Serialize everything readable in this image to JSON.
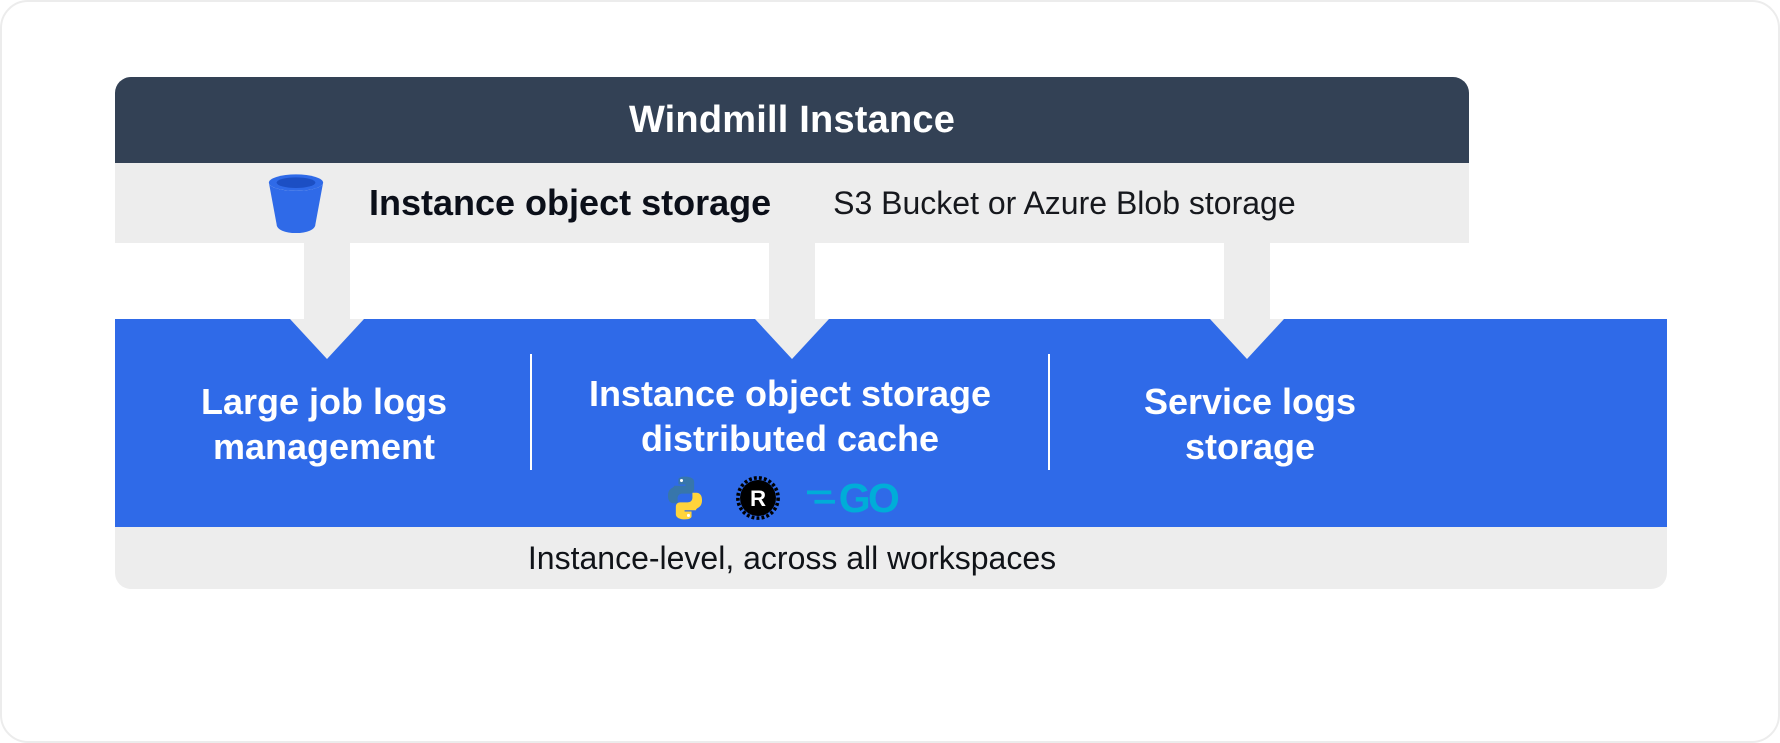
{
  "header": {
    "title": "Windmill Instance"
  },
  "object_storage_bar": {
    "icon": "bucket-icon",
    "title": "Instance object storage",
    "subtitle": "S3 Bucket or Azure Blob storage"
  },
  "features": {
    "sections": [
      {
        "line1": "Large job logs",
        "line2": "management"
      },
      {
        "line1": "Instance object storage",
        "line2": "distributed cache",
        "icons": [
          "python-icon",
          "rust-icon",
          "go-icon"
        ]
      },
      {
        "line1": "Service logs",
        "line2": "storage"
      }
    ]
  },
  "footer": {
    "label": "Instance-level, across all workspaces"
  },
  "icon_text": {
    "rust_r": "R",
    "go": "GO"
  },
  "colors": {
    "header_bg": "#334155",
    "accent_blue": "#2f6ae8",
    "bar_gray": "#ededed",
    "python_blue": "#3776ab",
    "python_yellow": "#ffd43b",
    "rust_black": "#000000",
    "go_teal": "#00add8"
  }
}
